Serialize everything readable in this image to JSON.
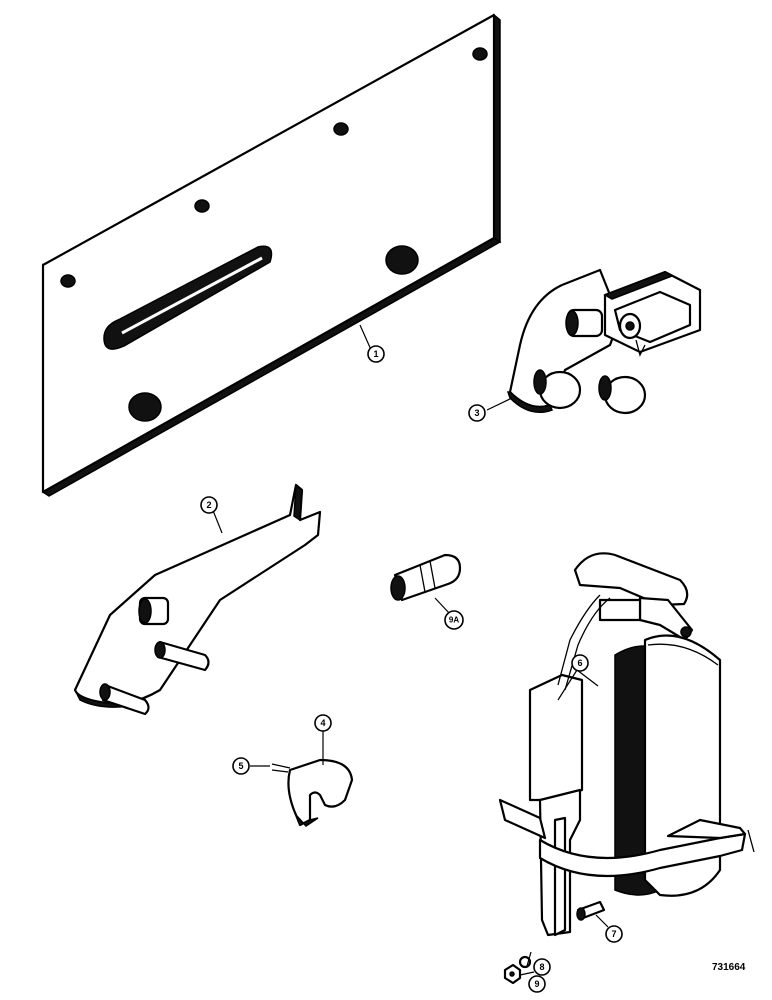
{
  "callouts": {
    "c1": "1",
    "c2": "2",
    "c3": "3",
    "c4": "4",
    "c5": "5",
    "c6": "6",
    "c7": "7",
    "c8": "8",
    "c9": "9",
    "c9a": "9A"
  },
  "drawing_number": "731664"
}
